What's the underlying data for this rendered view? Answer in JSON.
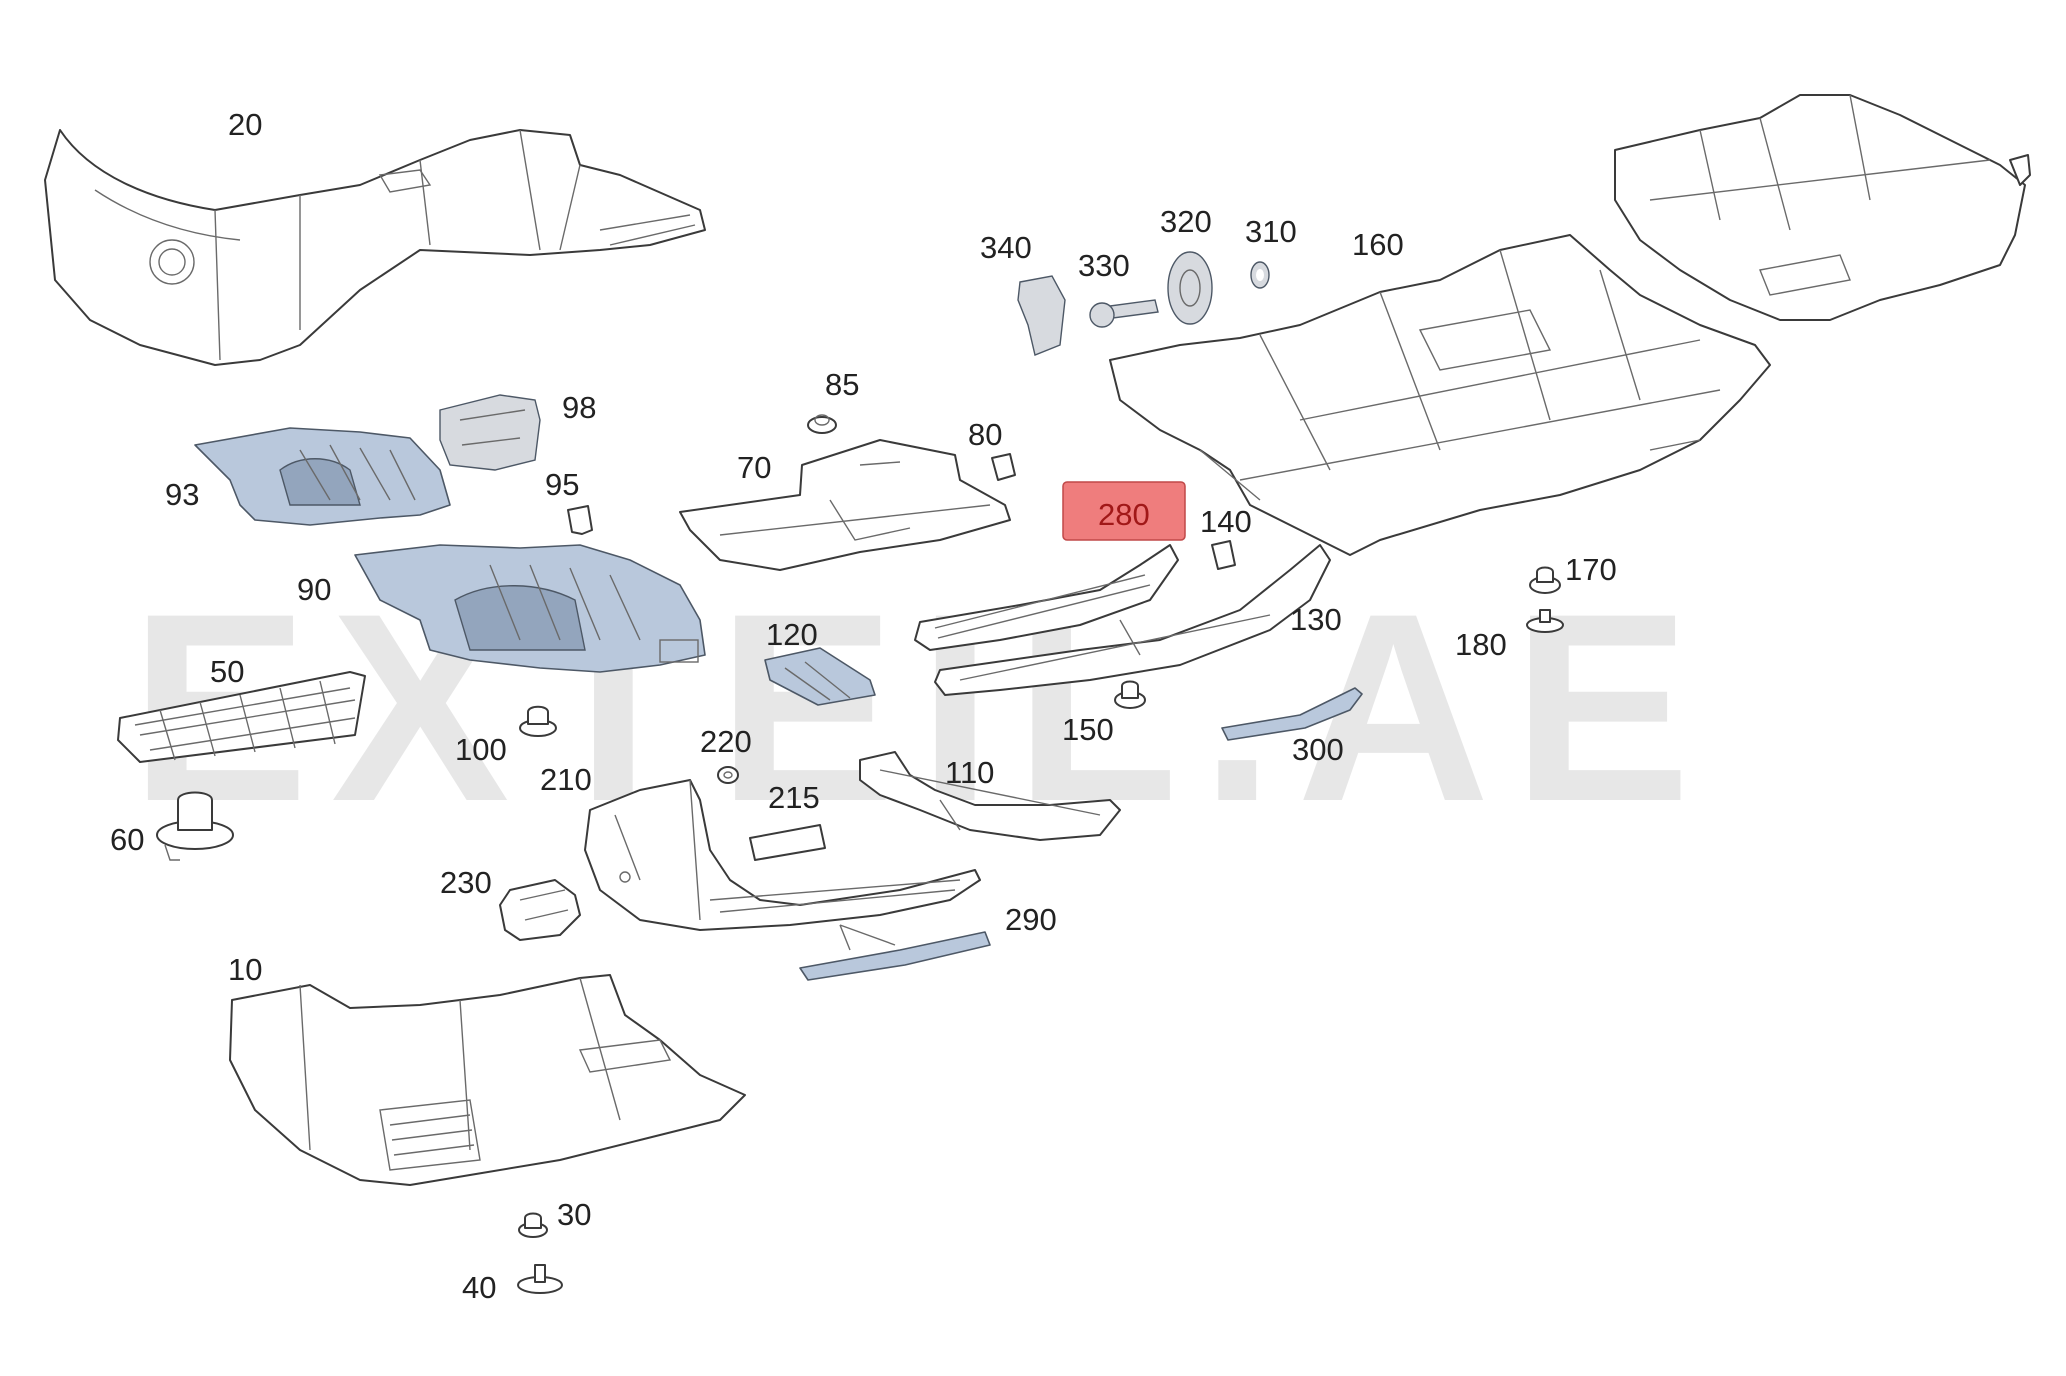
{
  "watermark": "EXTEIL.AE",
  "colors": {
    "highlight": "#ef7d7d",
    "part_blue": "#b9c8dc",
    "line": "#3a3a3a"
  },
  "callouts": {
    "c10": "10",
    "c20": "20",
    "c30": "30",
    "c40": "40",
    "c50": "50",
    "c60": "60",
    "c70": "70",
    "c80": "80",
    "c85": "85",
    "c90": "90",
    "c93": "93",
    "c95": "95",
    "c98": "98",
    "c100": "100",
    "c110": "110",
    "c120": "120",
    "c130": "130",
    "c140": "140",
    "c150": "150",
    "c160": "160",
    "c170": "170",
    "c180": "180",
    "c210": "210",
    "c215": "215",
    "c220": "220",
    "c230": "230",
    "c280": "280",
    "c290": "290",
    "c300": "300",
    "c310": "310",
    "c320": "320",
    "c330": "330",
    "c340": "340"
  },
  "selected_callout": "280"
}
